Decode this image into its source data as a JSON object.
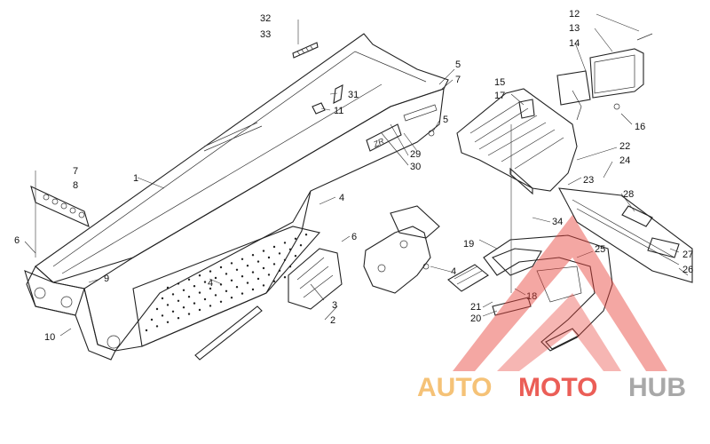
{
  "callouts": [
    {
      "id": "c1",
      "text": "1"
    },
    {
      "id": "c2",
      "text": "2"
    },
    {
      "id": "c3",
      "text": "3"
    },
    {
      "id": "c4a",
      "text": "4"
    },
    {
      "id": "c4b",
      "text": "4"
    },
    {
      "id": "c4c",
      "text": "4"
    },
    {
      "id": "c5a",
      "text": "5"
    },
    {
      "id": "c5b",
      "text": "5"
    },
    {
      "id": "c6a",
      "text": "6"
    },
    {
      "id": "c6b",
      "text": "6"
    },
    {
      "id": "c7a",
      "text": "7"
    },
    {
      "id": "c7b",
      "text": "7"
    },
    {
      "id": "c8",
      "text": "8"
    },
    {
      "id": "c9",
      "text": "9"
    },
    {
      "id": "c10",
      "text": "10"
    },
    {
      "id": "c11",
      "text": "11"
    },
    {
      "id": "c12",
      "text": "12"
    },
    {
      "id": "c13",
      "text": "13"
    },
    {
      "id": "c14",
      "text": "14"
    },
    {
      "id": "c15",
      "text": "15"
    },
    {
      "id": "c16",
      "text": "16"
    },
    {
      "id": "c17",
      "text": "17"
    },
    {
      "id": "c18",
      "text": "18"
    },
    {
      "id": "c19",
      "text": "19"
    },
    {
      "id": "c20",
      "text": "20"
    },
    {
      "id": "c21",
      "text": "21"
    },
    {
      "id": "c22",
      "text": "22"
    },
    {
      "id": "c23",
      "text": "23"
    },
    {
      "id": "c24",
      "text": "24"
    },
    {
      "id": "c25",
      "text": "25"
    },
    {
      "id": "c26",
      "text": "26"
    },
    {
      "id": "c27",
      "text": "27"
    },
    {
      "id": "c28",
      "text": "28"
    },
    {
      "id": "c29",
      "text": "29"
    },
    {
      "id": "c30",
      "text": "30"
    },
    {
      "id": "c31",
      "text": "31"
    },
    {
      "id": "c32",
      "text": "32"
    },
    {
      "id": "c33",
      "text": "33"
    },
    {
      "id": "c34",
      "text": "34"
    }
  ],
  "watermark": {
    "word_part1": "AUTO",
    "word_part2": "MOTO",
    "word_part3": "HUB",
    "color_orange": "#f4b860",
    "color_red": "#e8423a",
    "color_gray": "#9a9a9a"
  }
}
